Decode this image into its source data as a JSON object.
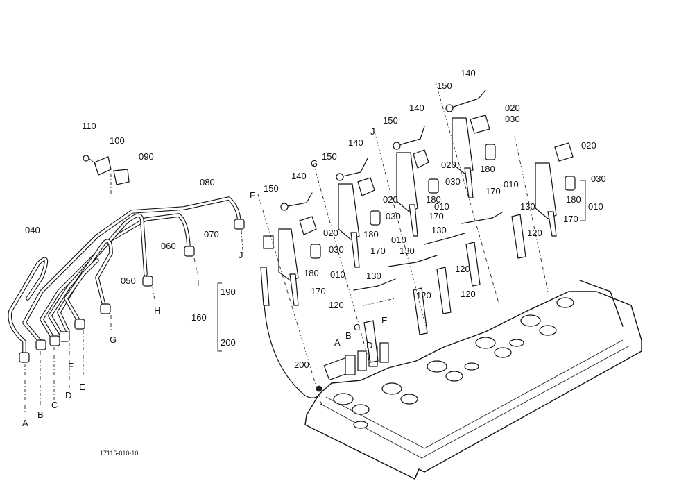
{
  "drawing_code": "17115-010-10",
  "callouts": {
    "c010": "010",
    "c020": "020",
    "c030": "030",
    "c040": "040",
    "c050": "050",
    "c060": "060",
    "c070": "070",
    "c080": "080",
    "c090": "090",
    "c100": "100",
    "c110": "110",
    "c120": "120",
    "c130": "130",
    "c140": "140",
    "c150": "150",
    "c160": "160",
    "c170": "170",
    "c180": "180",
    "c190": "190",
    "c200": "200"
  },
  "connection_letters": {
    "A": "A",
    "B": "B",
    "C": "C",
    "D": "D",
    "E": "E",
    "F": "F",
    "G": "G",
    "H": "H",
    "I": "I",
    "J": "J"
  }
}
